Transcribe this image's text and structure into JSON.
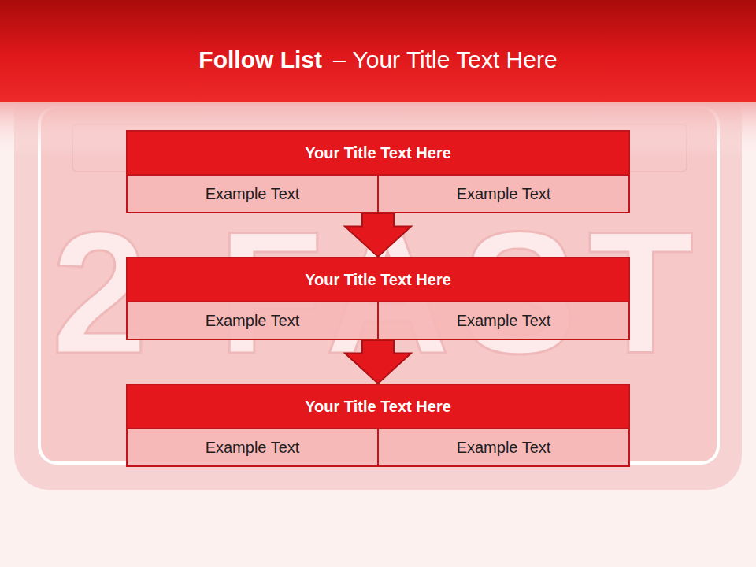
{
  "diagram": {
    "title": "Follow List",
    "nodes": [
      {
        "text": [
          "Your Title Text Here"
        ]
      },
      {
        "text": [
          "Example Text"
        ],
        "in": 0
      },
      {
        "text": [
          "Example Text"
        ],
        "in": 0
      },
      {
        "text": [
          "Your Title Text Here"
        ]
      },
      {
        "text": [
          "Example Text"
        ],
        "in": 3
      },
      {
        "text": [
          "Example Text"
        ],
        "in": 3
      },
      {
        "text": [
          "Your Title Text Here"
        ]
      },
      {
        "text": [
          "Example Text"
        ],
        "in": 6
      },
      {
        "text": [
          "Example Text"
        ],
        "in": 6
      }
    ],
    "edges": [
      {
        "from": 0,
        "to": 3,
        "arrow": "to"
      },
      {
        "from": 3,
        "to": 6,
        "arrow": "to"
      }
    ],
    "labels": [
      "– Your Title Text Here",
      "2 FAST"
    ]
  }
}
